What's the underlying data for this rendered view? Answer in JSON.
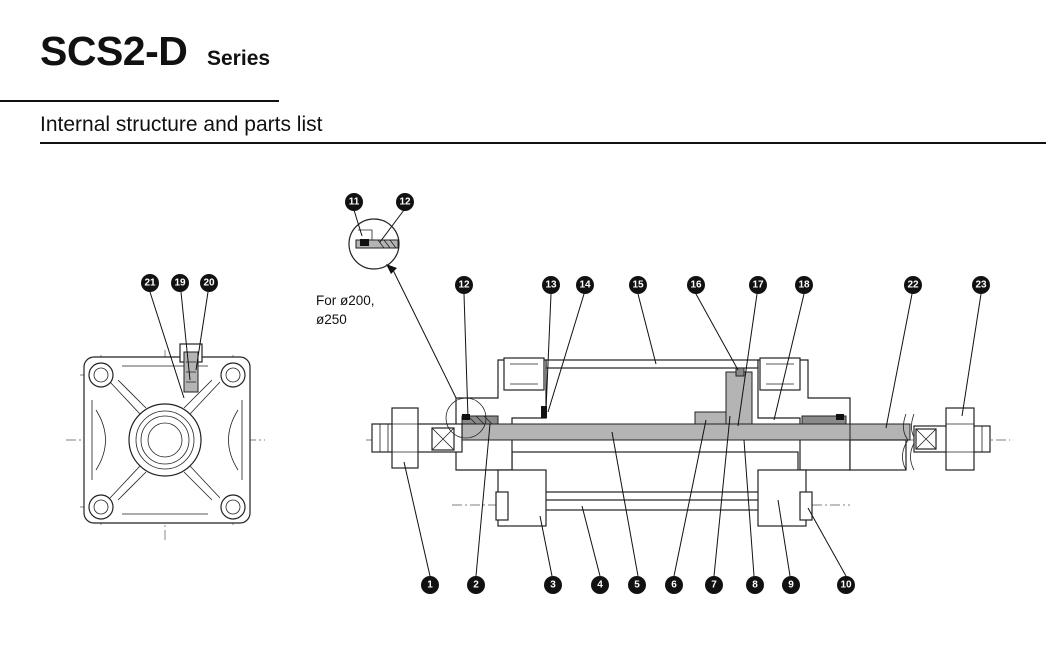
{
  "header": {
    "title": "SCS2-D",
    "title_suffix": "Series",
    "section": "Internal structure and parts list"
  },
  "diagram": {
    "detail_note_line1": "For ø200,",
    "detail_note_line2": "ø250",
    "callouts_end_view": [
      "21",
      "19",
      "20"
    ],
    "callouts_detail": [
      "11",
      "12"
    ],
    "callouts_top": [
      "12",
      "13",
      "14",
      "15",
      "16",
      "17",
      "18",
      "22",
      "23"
    ],
    "callouts_bottom": [
      "1",
      "2",
      "3",
      "4",
      "5",
      "6",
      "7",
      "8",
      "9",
      "10"
    ]
  }
}
